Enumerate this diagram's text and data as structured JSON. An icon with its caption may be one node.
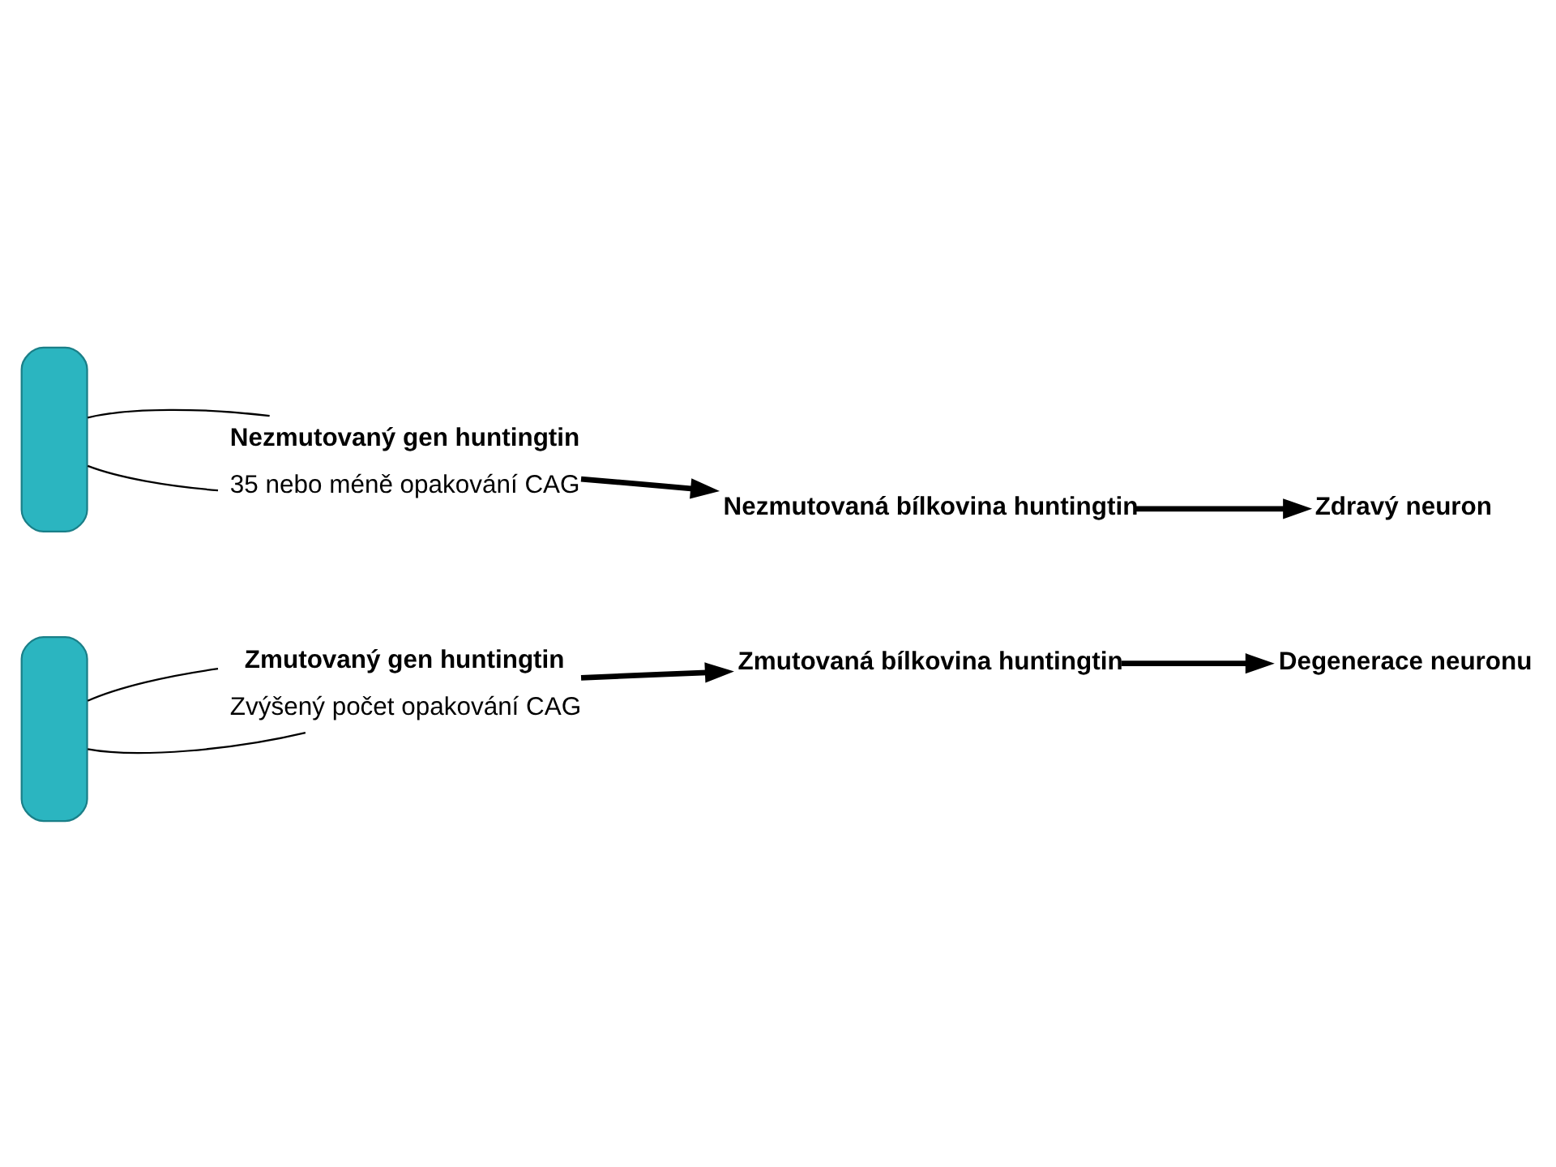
{
  "diagram": {
    "nodes": [
      {
        "text": [],
        "shape": "box"
      },
      {
        "text": [
          "Nezmutovaný gen huntingtin"
        ],
        "beside": [
          "35 nebo méně opakování CAG"
        ]
      },
      {
        "text": [
          "Nezmutovaná bílkovina huntingtin"
        ]
      },
      {
        "text": [
          "Zdravý neuron"
        ]
      },
      {
        "text": [],
        "shape": "box"
      },
      {
        "text": [
          "Zmutovaný gen huntingtin"
        ],
        "beside": [
          "Zvýšený počet opakování CAG"
        ]
      },
      {
        "text": [
          "Zmutovaná bílkovina huntingtin"
        ]
      },
      {
        "text": [
          "Degenerace neuronu"
        ]
      }
    ],
    "edges": [
      {
        "from": 0,
        "to": 1,
        "arrow": "none"
      },
      {
        "from": 0,
        "to": 1,
        "arrow": "none"
      },
      {
        "from": 1,
        "to": 2,
        "arrow": "to",
        "style": "thick"
      },
      {
        "from": 2,
        "to": 3,
        "arrow": "to",
        "style": "thick"
      },
      {
        "from": 4,
        "to": 5,
        "arrow": "none"
      },
      {
        "from": 4,
        "to": 5,
        "arrow": "none"
      },
      {
        "from": 5,
        "to": 6,
        "arrow": "to",
        "style": "thick"
      },
      {
        "from": 6,
        "to": 7,
        "arrow": "to",
        "style": "thick"
      }
    ]
  }
}
